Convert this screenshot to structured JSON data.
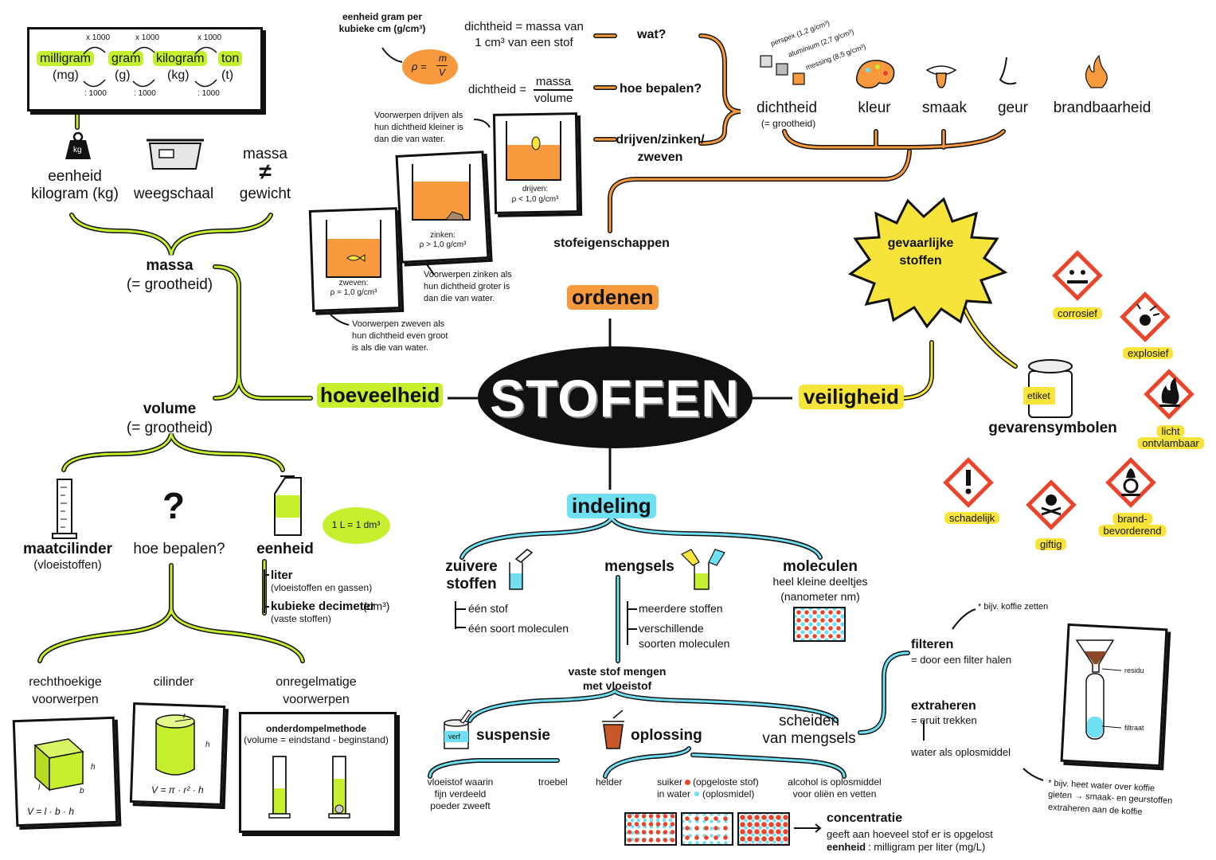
{
  "center": "STOFFEN",
  "branches": {
    "hoeveelheid": "hoeveelheid",
    "ordenen": "ordenen",
    "veiligheid": "veiligheid",
    "indeling": "indeling"
  },
  "units_card": {
    "units": [
      "milligram",
      "gram",
      "kilogram",
      "ton"
    ],
    "abbr": [
      "(mg)",
      "(g)",
      "(kg)",
      "(t)"
    ],
    "times": "x 1000",
    "divide": ": 1000"
  },
  "massa": {
    "kg_badge": "kg",
    "eenheid": "eenheid",
    "kilogram": "kilogram (kg)",
    "weegschaal": "weegschaal",
    "massa_word": "massa",
    "neq": "≠",
    "gewicht": "gewicht",
    "title": "massa",
    "sub": "(= grootheid)"
  },
  "volume": {
    "title": "volume",
    "sub": "(= grootheid)",
    "maatcilinder": "maatcilinder",
    "vloeistoffen": "(vloeistoffen)",
    "question": "?",
    "hoe_bepalen": "hoe bepalen?",
    "eenheid": "eenheid",
    "liter_note": "1 L = 1 dm³",
    "liter": "liter",
    "liter_sub": "(vloeistoffen en gassen)",
    "kubieke": "kubieke decimeter",
    "kubieke_unit": "(dm³)",
    "kubieke_sub": "(vaste stoffen)",
    "recht1": "rechthoekige",
    "recht2": "voorwerpen",
    "cilinder": "cilinder",
    "onreg1": "onregelmatige",
    "onreg2": "voorwerpen",
    "formula_box": "V = l · b · h",
    "formula_cyl": "V = π · r² · h",
    "onderdompel": "onderdompelmethode",
    "onderdompel_sub": "(volume = eindstand - beginstand)",
    "l": "l",
    "b": "b",
    "h": "h",
    "r": "r"
  },
  "ordenen": {
    "stofeigenschappen": "stofeigenschappen",
    "eenheid_gram1": "eenheid gram per",
    "eenheid_gram2": "kubieke cm (g/cm³)",
    "rho": "ρ =",
    "m": "m",
    "V": "V",
    "def1": "dichtheid = massa van",
    "def2": "1 cm³ van een stof",
    "wat": "wat?",
    "dichtheid_eq": "dichtheid =",
    "massa": "massa",
    "volume": "volume",
    "hoe": "hoe bepalen?",
    "drijven_q1": "drijven/zinken/",
    "drijven_q2": "zweven",
    "drijf_note": [
      "Voorwerpen drijven als",
      "hun dichtheid kleiner is",
      "dan die van water."
    ],
    "zink_note": [
      "Voorwerpen zinken als",
      "hun dichtheid groter is",
      "dan die van water."
    ],
    "zweef_note": [
      "Voorwerpen zweven als",
      "hun dichtheid even groot",
      "is als die van water."
    ],
    "drijven_label": "drijven:",
    "drijven_val": "ρ < 1,0 g/cm³",
    "zinken_label": "zinken:",
    "zinken_val": "ρ > 1,0 g/cm³",
    "zweven_label": "zweven:",
    "zweven_val": "ρ = 1,0 g/cm³",
    "perspex": "perspex (1,2 g/cm³)",
    "aluminium": "aluminium (2,7 g/cm³)",
    "messing": "messing (8,5 g/cm³)",
    "props": [
      "dichtheid",
      "kleur",
      "smaak",
      "geur",
      "brandbaarheid"
    ],
    "dichtheid_sub": "(= grootheid)"
  },
  "veiligheid": {
    "gevaarlijk1": "gevaarlijke",
    "gevaarlijk2": "stoffen",
    "gevarensymbolen": "gevarensymbolen",
    "etiket": "etiket",
    "symbols": [
      "corrosief",
      "explosief",
      "licht",
      "ontvlambaar",
      "schadelijk",
      "giftig",
      "brand-",
      "bevorderend"
    ]
  },
  "indeling": {
    "zuivere1": "zuivere",
    "zuivere2": "stoffen",
    "een_stof": "één stof",
    "een_soort": "één soort moleculen",
    "mengsels": "mengsels",
    "meerdere": "meerdere stoffen",
    "verschillende1": "verschillende",
    "verschillende2": "soorten moleculen",
    "moleculen": "moleculen",
    "mol1": "heel kleine deeltjes",
    "mol2": "(nanometer nm)",
    "vaste1": "vaste stof mengen",
    "vaste2": "met vloeistof",
    "suspensie": "suspensie",
    "verf": "verf",
    "susp_note": [
      "vloeistof waarin",
      "fijn verdeeld",
      "poeder zweeft"
    ],
    "troebel": "troebel",
    "oplossing": "oplossing",
    "helder": "helder",
    "suiker1": "suiker",
    "suiker2": "(opgeloste stof)",
    "inwater1": "in water",
    "inwater2": "(oplosmidel)",
    "alcohol1": "alcohol is oplosmiddel",
    "alcohol2": "voor oliën en vetten",
    "concentratie": "concentratie",
    "conc1": "geeft aan hoeveel stof er is opgelost",
    "conc2_b": "eenheid",
    "conc2": ": milligram per liter (mg/L)",
    "scheiden1": "scheiden",
    "scheiden2": "van mengsels",
    "filteren": "filteren",
    "filteren_sub": "= door een filter halen",
    "extraheren": "extraheren",
    "extraheren_sub": "= eruit trekken",
    "water": "water als oplosmiddel",
    "koffie": "* bijv. koffie zetten",
    "heet": [
      "* bijv. heet water over koffie",
      "gieten → smaak- en geurstoffen",
      "extraheren aan de koffie"
    ],
    "residu": "residu",
    "filtraat": "filtraat"
  },
  "colors": {
    "green": "#c6f02e",
    "blue": "#6fe0f2",
    "orange": "#f79a3e",
    "yellow": "#f7e43a",
    "red": "#e8452c",
    "black": "#111111"
  }
}
